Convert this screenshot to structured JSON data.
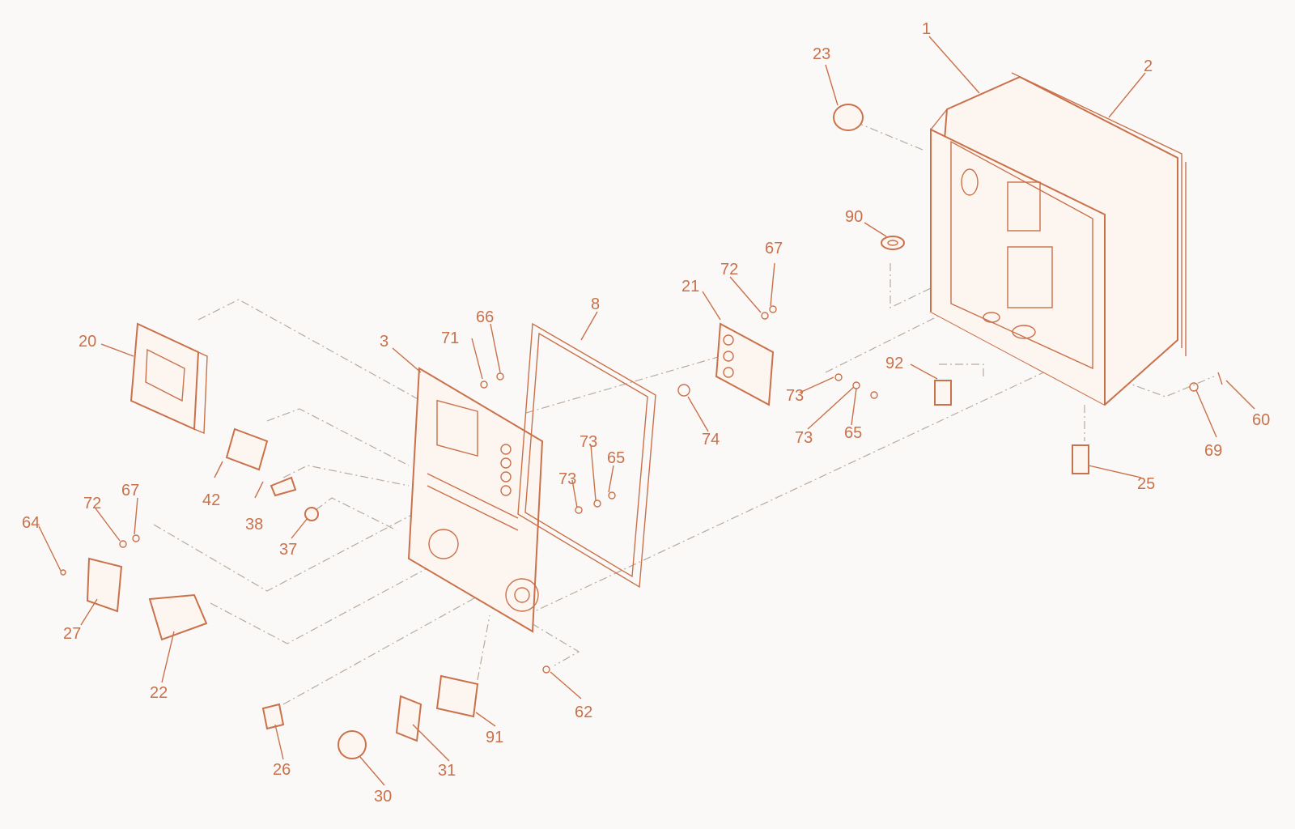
{
  "colors": {
    "accent": "#c9714a",
    "background": "#fbf9f7",
    "leader": "#b9a99c"
  },
  "callouts": [
    {
      "id": "c1",
      "text": "1"
    },
    {
      "id": "c2",
      "text": "2"
    },
    {
      "id": "c3",
      "text": "3"
    },
    {
      "id": "c8",
      "text": "8"
    },
    {
      "id": "c20",
      "text": "20"
    },
    {
      "id": "c21",
      "text": "21"
    },
    {
      "id": "c22",
      "text": "22"
    },
    {
      "id": "c23",
      "text": "23"
    },
    {
      "id": "c25",
      "text": "25"
    },
    {
      "id": "c26",
      "text": "26"
    },
    {
      "id": "c27",
      "text": "27"
    },
    {
      "id": "c30",
      "text": "30"
    },
    {
      "id": "c31",
      "text": "31"
    },
    {
      "id": "c37",
      "text": "37"
    },
    {
      "id": "c38",
      "text": "38"
    },
    {
      "id": "c42",
      "text": "42"
    },
    {
      "id": "c60",
      "text": "60"
    },
    {
      "id": "c62",
      "text": "62"
    },
    {
      "id": "c64",
      "text": "64"
    },
    {
      "id": "c65a",
      "text": "65"
    },
    {
      "id": "c65b",
      "text": "65"
    },
    {
      "id": "c66",
      "text": "66"
    },
    {
      "id": "c67a",
      "text": "67"
    },
    {
      "id": "c67b",
      "text": "67"
    },
    {
      "id": "c69",
      "text": "69"
    },
    {
      "id": "c71",
      "text": "71"
    },
    {
      "id": "c72a",
      "text": "72"
    },
    {
      "id": "c72b",
      "text": "72"
    },
    {
      "id": "c73a",
      "text": "73"
    },
    {
      "id": "c73b",
      "text": "73"
    },
    {
      "id": "c73c",
      "text": "73"
    },
    {
      "id": "c73d",
      "text": "73"
    },
    {
      "id": "c74",
      "text": "74"
    },
    {
      "id": "c90",
      "text": "90"
    },
    {
      "id": "c91",
      "text": "91"
    },
    {
      "id": "c92",
      "text": "92"
    }
  ]
}
